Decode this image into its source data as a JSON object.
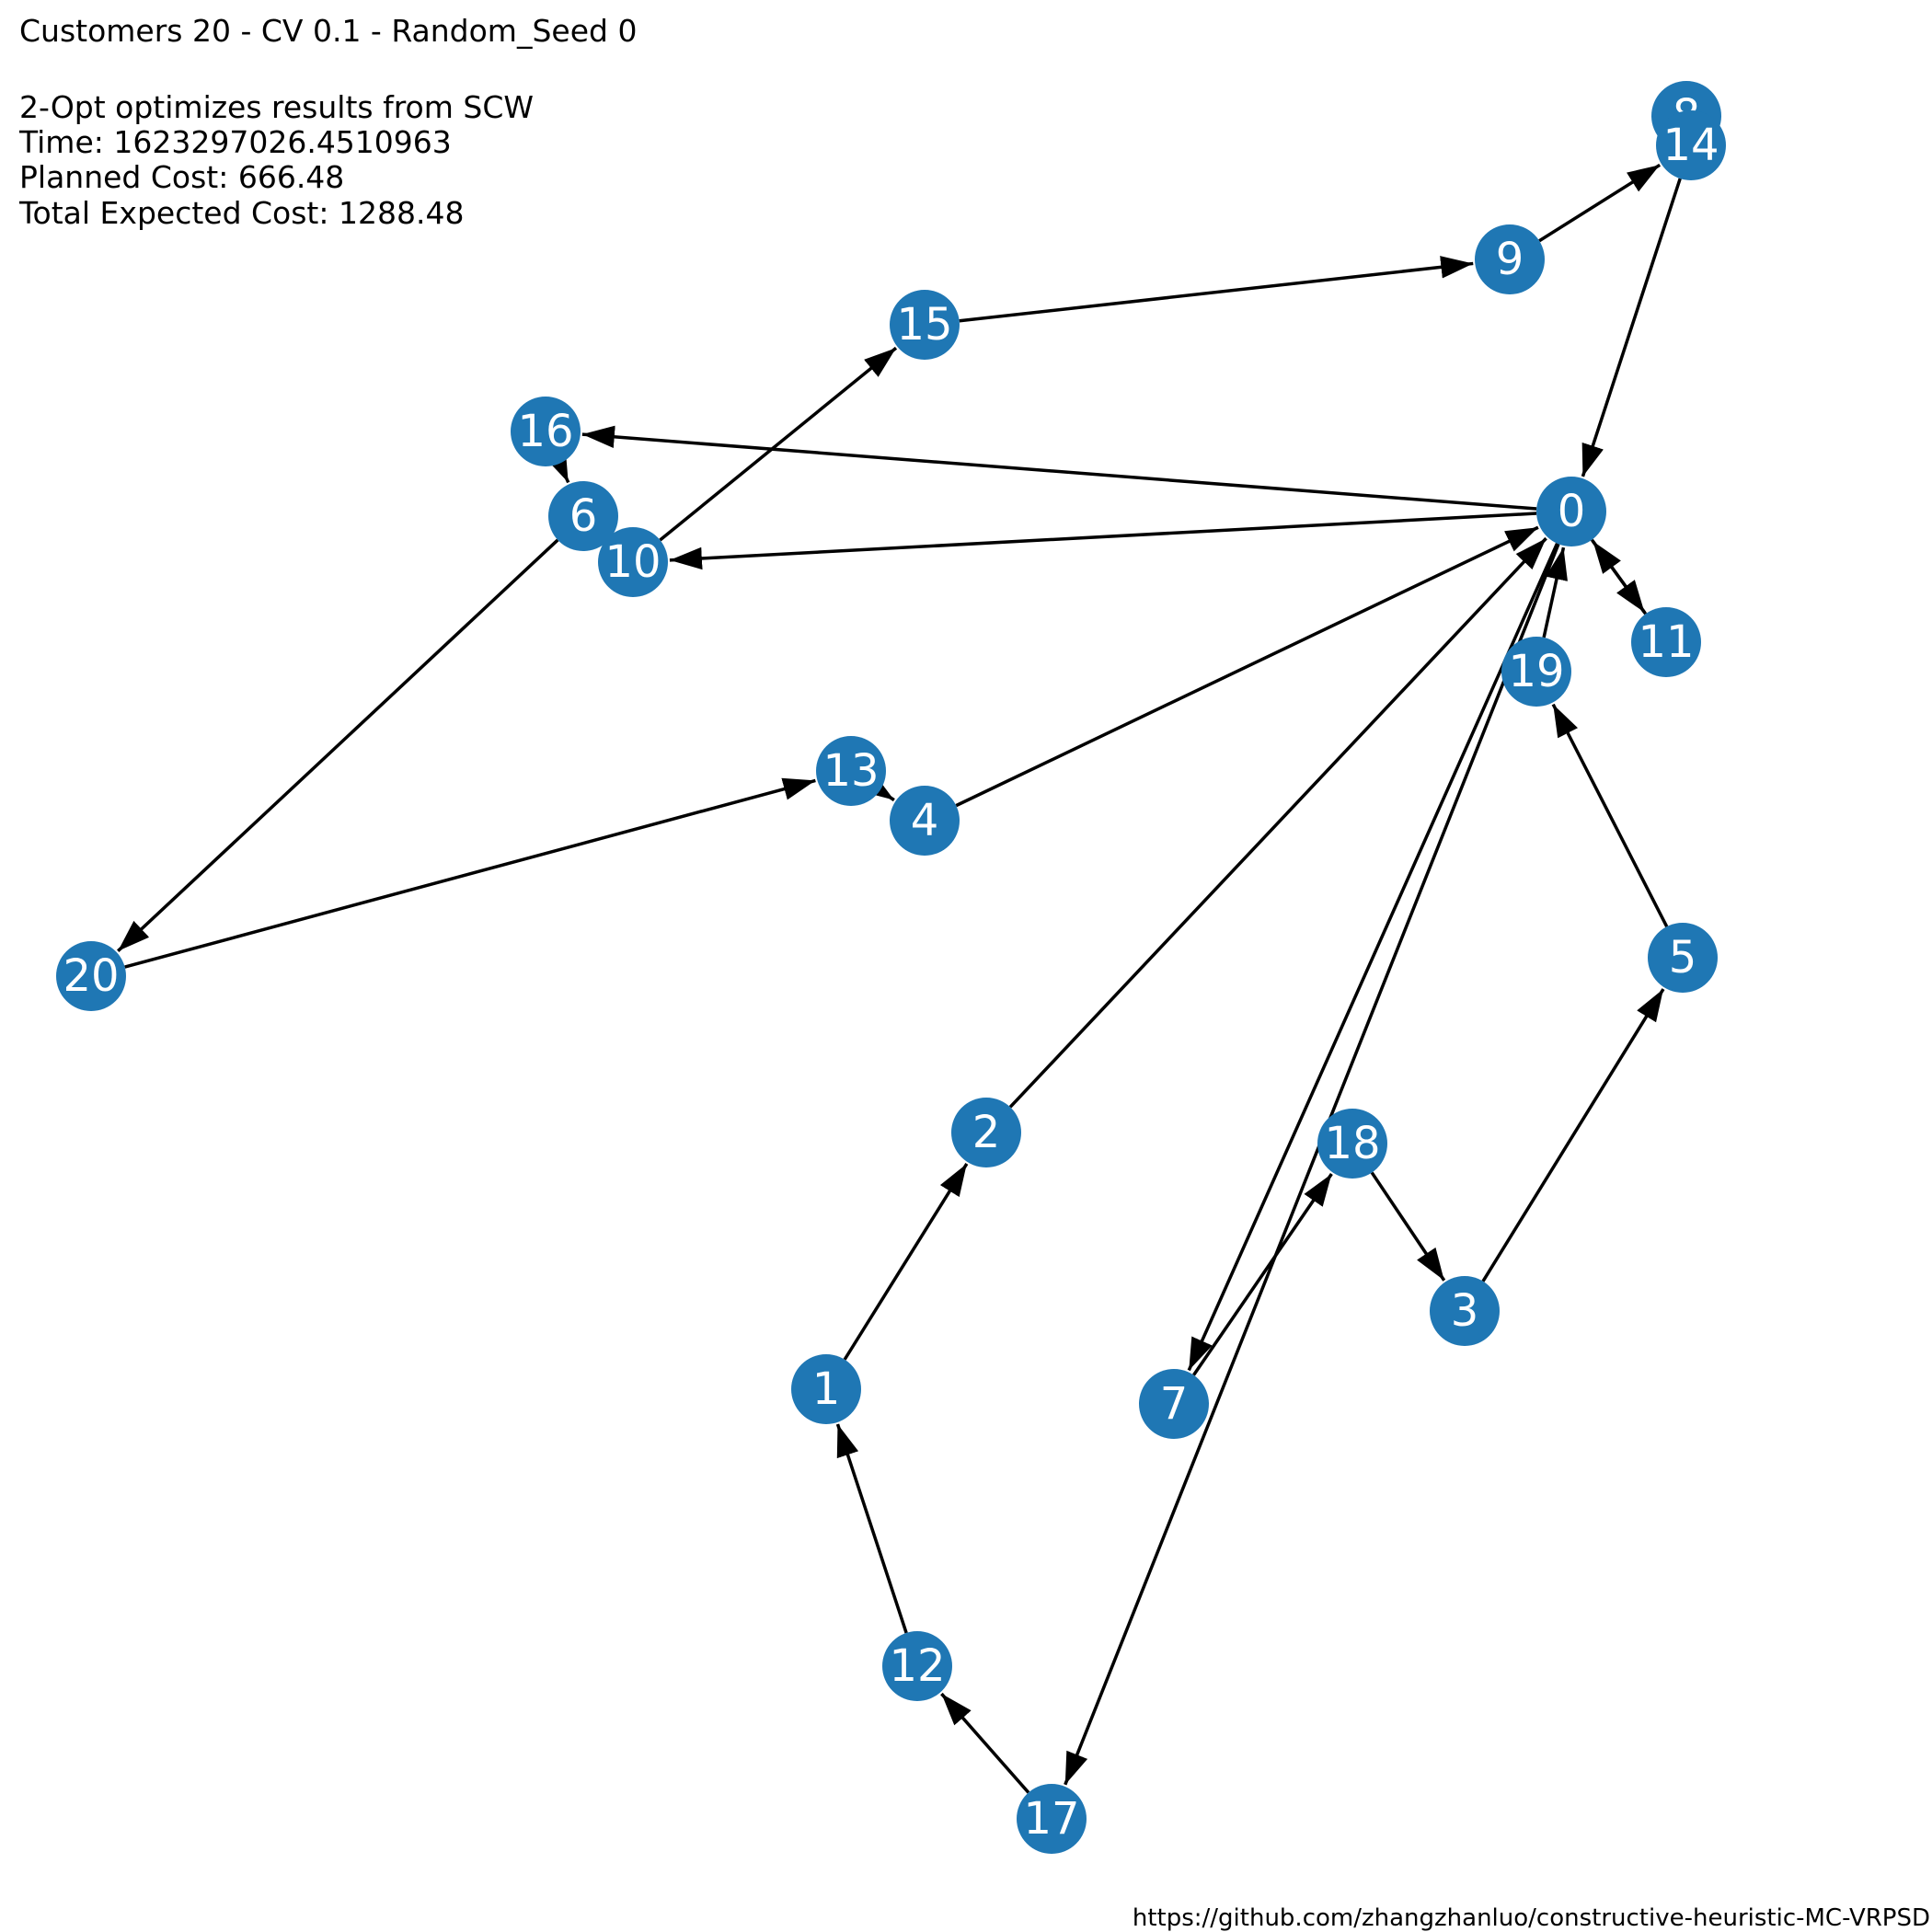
{
  "header": {
    "title": "Customers 20 - CV 0.1 - Random_Seed 0",
    "method": "2-Opt optimizes results from SCW",
    "time": "Time: 1623297026.4510963",
    "planned_cost": "Planned Cost: 666.48",
    "expected_cost": "Total Expected Cost: 1288.48"
  },
  "footer": {
    "url": "https://github.com/zhangzhanluo/constructive-heuristic-MC-VRPSD"
  },
  "colors": {
    "node": "#1f77b4",
    "edge": "#000000",
    "label": "#ffffff"
  },
  "graph": {
    "nodes": [
      {
        "id": "0",
        "label": "0"
      },
      {
        "id": "1",
        "label": "1"
      },
      {
        "id": "2",
        "label": "2"
      },
      {
        "id": "3",
        "label": "3"
      },
      {
        "id": "4",
        "label": "4"
      },
      {
        "id": "5",
        "label": "5"
      },
      {
        "id": "6",
        "label": "6"
      },
      {
        "id": "7",
        "label": "7"
      },
      {
        "id": "8",
        "label": "8"
      },
      {
        "id": "9",
        "label": "9"
      },
      {
        "id": "10",
        "label": "10"
      },
      {
        "id": "11",
        "label": "11"
      },
      {
        "id": "12",
        "label": "12"
      },
      {
        "id": "13",
        "label": "13"
      },
      {
        "id": "14",
        "label": "14"
      },
      {
        "id": "15",
        "label": "15"
      },
      {
        "id": "16",
        "label": "16"
      },
      {
        "id": "17",
        "label": "17"
      },
      {
        "id": "18",
        "label": "18"
      },
      {
        "id": "19",
        "label": "19"
      },
      {
        "id": "20",
        "label": "20"
      }
    ],
    "edges": [
      {
        "from": "0",
        "to": "16"
      },
      {
        "from": "16",
        "to": "6"
      },
      {
        "from": "6",
        "to": "20"
      },
      {
        "from": "20",
        "to": "13"
      },
      {
        "from": "13",
        "to": "4"
      },
      {
        "from": "4",
        "to": "0"
      },
      {
        "from": "0",
        "to": "10"
      },
      {
        "from": "10",
        "to": "15"
      },
      {
        "from": "15",
        "to": "9"
      },
      {
        "from": "9",
        "to": "14"
      },
      {
        "from": "14",
        "to": "0"
      },
      {
        "from": "0",
        "to": "11"
      },
      {
        "from": "11",
        "to": "0"
      },
      {
        "from": "0",
        "to": "17"
      },
      {
        "from": "17",
        "to": "12"
      },
      {
        "from": "12",
        "to": "1"
      },
      {
        "from": "1",
        "to": "2"
      },
      {
        "from": "2",
        "to": "0"
      },
      {
        "from": "0",
        "to": "7"
      },
      {
        "from": "7",
        "to": "18"
      },
      {
        "from": "18",
        "to": "3"
      },
      {
        "from": "3",
        "to": "5"
      },
      {
        "from": "5",
        "to": "19"
      },
      {
        "from": "19",
        "to": "0"
      }
    ]
  }
}
